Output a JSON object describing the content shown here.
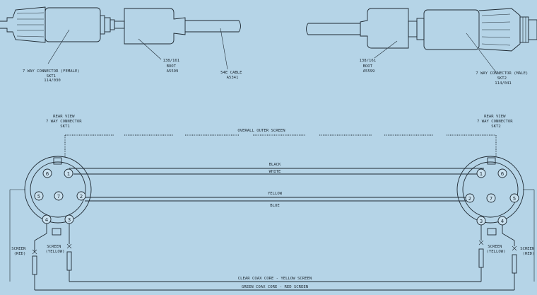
{
  "top": {
    "left_connector": [
      "7 WAY CONNECTOR (FEMALE)",
      "SKT1",
      "114/030"
    ],
    "left_boot": [
      "138/161",
      "BOOT",
      "A5599"
    ],
    "cable": [
      "54E CABLE",
      "A5341"
    ],
    "right_boot": [
      "138/161",
      "BOOT",
      "A5599"
    ],
    "right_connector": [
      "7 WAY CONNECTOR (MALE)",
      "SKT2",
      "114/041"
    ]
  },
  "left_header": [
    "REAR VIEW",
    "7 WAY CONNECTOR",
    "SKT1"
  ],
  "right_header": [
    "REAR VIEW",
    "7 WAY CONNECTOR",
    "SKT2"
  ],
  "screen_label": "OVERALL OUTER SCREEN",
  "wires": {
    "black": "BLACK",
    "white": "WHITE",
    "yellow": "YELLOW",
    "blue": "BLUE",
    "coax_yellow": "CLEAR COAX CORE - YELLOW SCREEN",
    "coax_red": "GREEN COAX CORE - RED SCREEN"
  },
  "left_pins": [
    "6",
    "1",
    "5",
    "7",
    "2",
    "4",
    "3"
  ],
  "right_pins": [
    "1",
    "6",
    "2",
    "7",
    "5",
    "3",
    "4"
  ],
  "left_screens": {
    "red": [
      "SCREEN",
      "(RED)"
    ],
    "yellow": [
      "SCREEN",
      "(YELLOW)"
    ]
  },
  "right_screens": {
    "yellow": [
      "SCREEN",
      "(YELLOW)"
    ],
    "red": [
      "SCREEN",
      "(RED)"
    ]
  },
  "colors": {
    "background": "#b5d4e7",
    "line": "#1f2a33"
  }
}
